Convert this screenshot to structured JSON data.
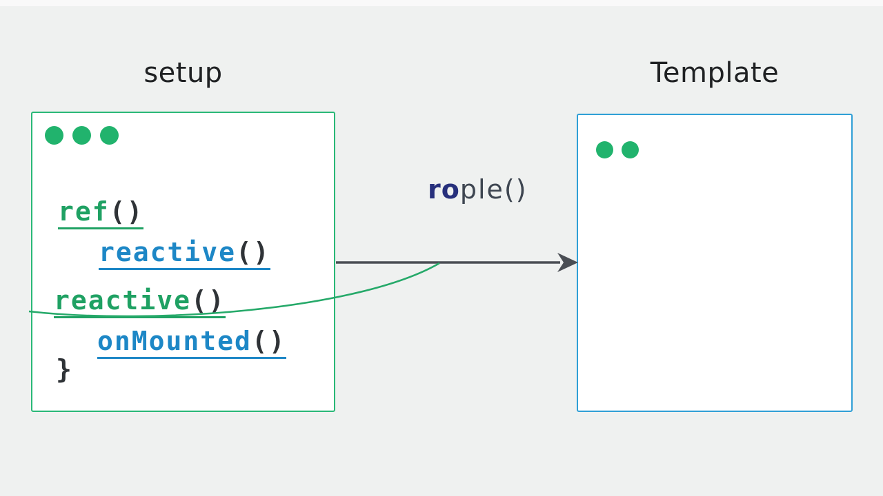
{
  "titles": {
    "setup": "setup",
    "template": "Template"
  },
  "colors": {
    "background": "#eff1f0",
    "setup_window_border": "#29b877",
    "template_window_border": "#2f9fd6",
    "traffic_dot_green": "#21b36d",
    "code_green": "#1fa163",
    "code_blue": "#1d87c6",
    "code_parens_dark": "#2f3337",
    "arrow_gray": "#4a4e54",
    "curve_green": "#25a969",
    "label_navy": "#27307c",
    "label_slate": "#3e4651"
  },
  "setup_window": {
    "traffic_dot_count": 3,
    "code_lines": [
      {
        "name": "ref",
        "parens": "()",
        "color_role": "green"
      },
      {
        "name": "reactive",
        "parens": "()",
        "color_role": "blue"
      },
      {
        "name": "reactive",
        "parens": "()",
        "color_role": "green"
      },
      {
        "name": "onMounted",
        "parens": "()",
        "color_role": "blue"
      }
    ],
    "closing_brace": "}"
  },
  "template_window": {
    "traffic_dot_count": 2,
    "content": ""
  },
  "arrow_label": {
    "prefix": "ro",
    "suffix": "ple()"
  }
}
